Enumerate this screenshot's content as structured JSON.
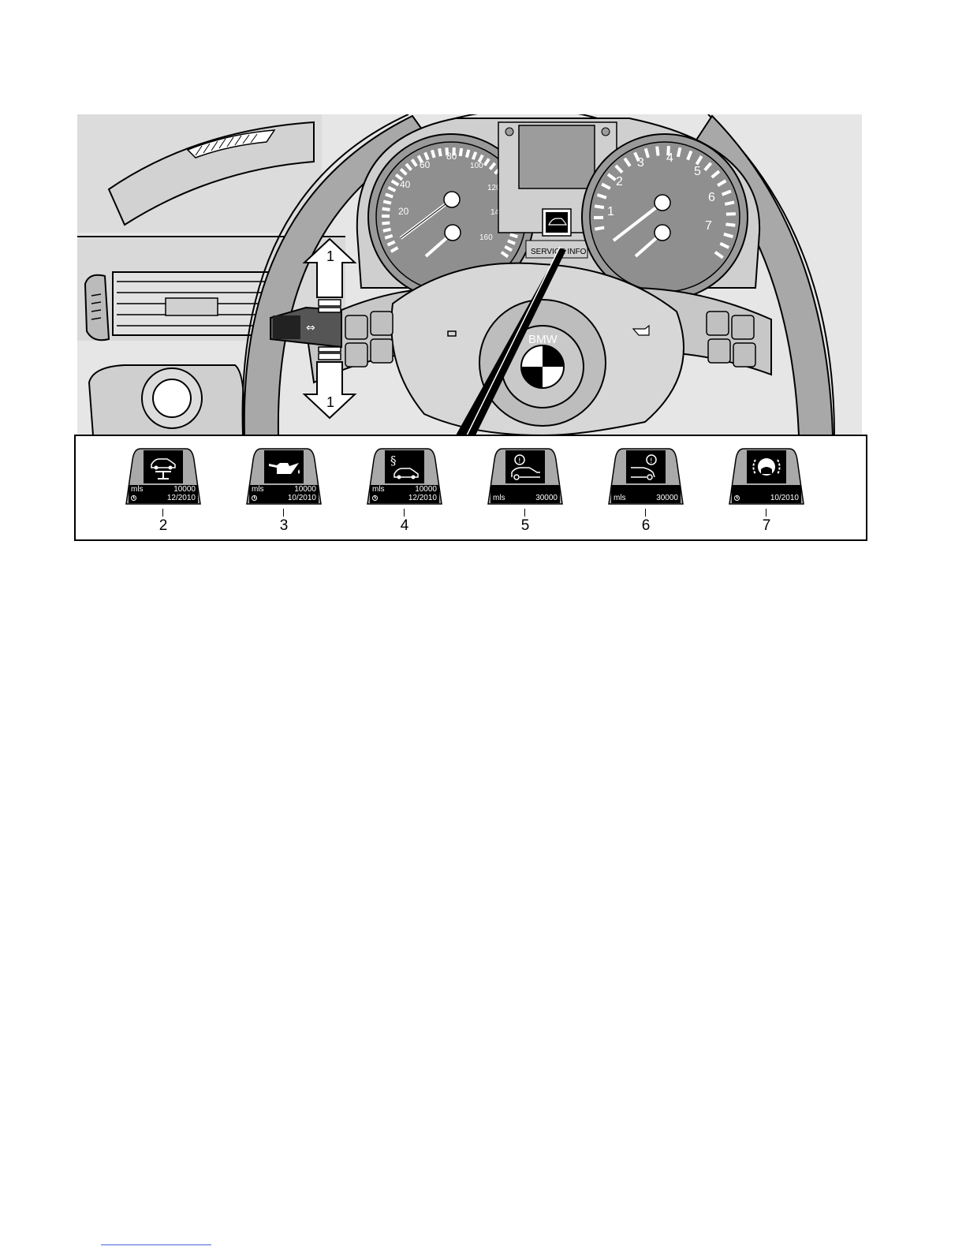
{
  "figure": {
    "speedometer_labels": [
      "20",
      "40",
      "60",
      "80",
      "100",
      "120",
      "140",
      "160"
    ],
    "tachometer_labels": [
      "1",
      "2",
      "3",
      "4",
      "5",
      "6",
      "7"
    ],
    "service_info_label": "SERVICE INFO",
    "steering_logo_text": "BMW",
    "callout_1_top": "1",
    "callout_1_bottom": "1",
    "colors": {
      "panel_bg": "#e8e8e8",
      "mid_gray": "#b9b9b9",
      "dark_gray": "#8a8a8a",
      "outline": "#000000"
    }
  },
  "service_items": [
    {
      "number": "2",
      "icon": "car-on-lift-icon",
      "row1_label": "mls",
      "row1_value": "10000",
      "row2_label": "clock",
      "row2_value": "12/2010"
    },
    {
      "number": "3",
      "icon": "oil-can-icon",
      "row1_label": "mls",
      "row1_value": "10000",
      "row2_label": "clock",
      "row2_value": "10/2010"
    },
    {
      "number": "4",
      "icon": "vehicle-inspection-icon",
      "row1_label": "mls",
      "row1_value": "10000",
      "row2_label": "clock",
      "row2_value": "12/2010"
    },
    {
      "number": "5",
      "icon": "front-brake-pads-icon",
      "row1_label": "",
      "row1_value": "",
      "row2_label": "mls",
      "row2_value": "30000"
    },
    {
      "number": "6",
      "icon": "rear-brake-pads-icon",
      "row1_label": "",
      "row1_value": "",
      "row2_label": "mls",
      "row2_value": "30000"
    },
    {
      "number": "7",
      "icon": "brake-fluid-icon",
      "row1_label": "",
      "row1_value": "",
      "row2_label": "clock",
      "row2_value": "10/2010"
    }
  ]
}
